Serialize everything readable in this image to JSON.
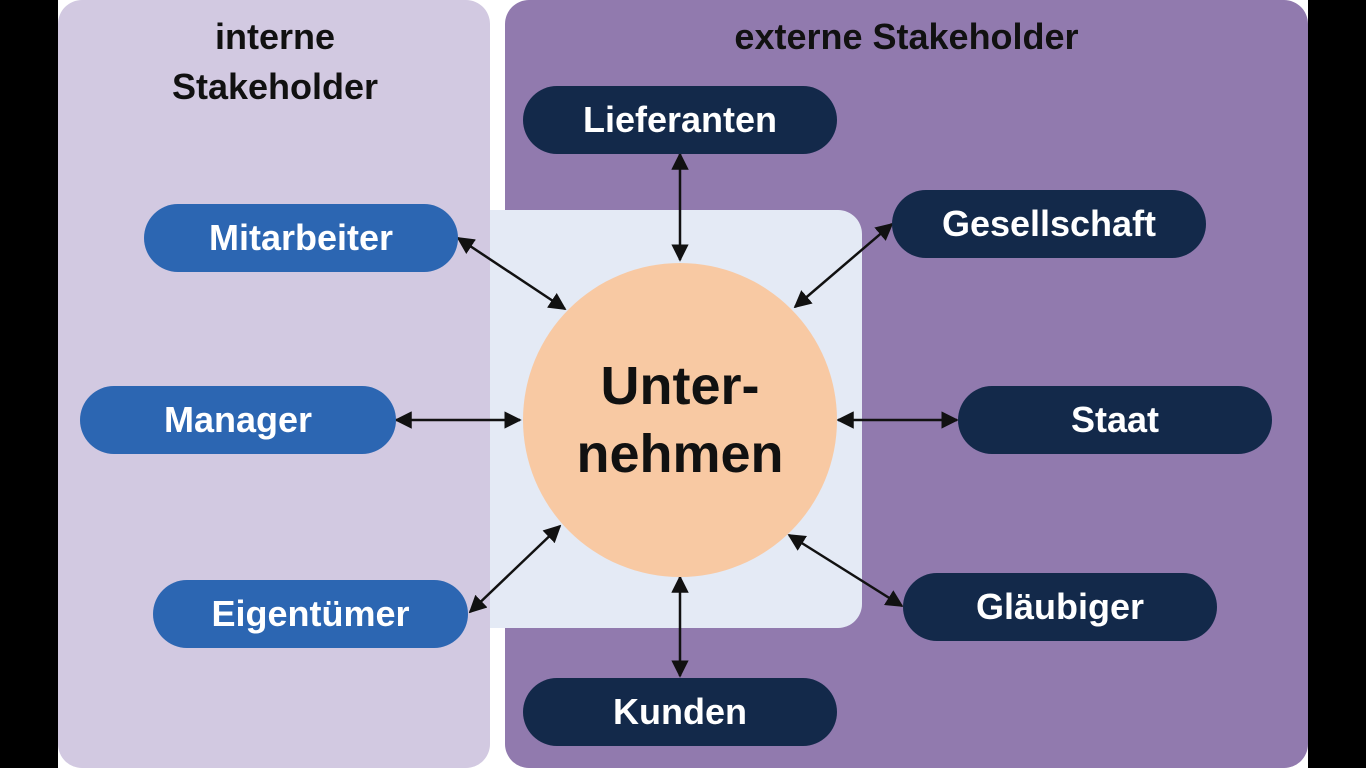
{
  "colors": {
    "background": "#000000",
    "internal_panel": "#d2c9e1",
    "external_panel": "#917aae",
    "core_area": "#e4eaf5",
    "internal_pill": "#2c66b2",
    "external_pill": "#13294a",
    "core_circle": "#f8c9a3",
    "text_dark": "#111111",
    "text_light": "#ffffff"
  },
  "internal": {
    "title_line1": "interne",
    "title_line2": "Stakeholder",
    "items": [
      "Mitarbeiter",
      "Manager",
      "Eigentümer"
    ]
  },
  "external": {
    "title": "externe Stakeholder",
    "items": [
      "Lieferanten",
      "Gesellschaft",
      "Staat",
      "Gläubiger",
      "Kunden"
    ]
  },
  "core": {
    "line1": "Unter-",
    "line2": "nehmen"
  }
}
